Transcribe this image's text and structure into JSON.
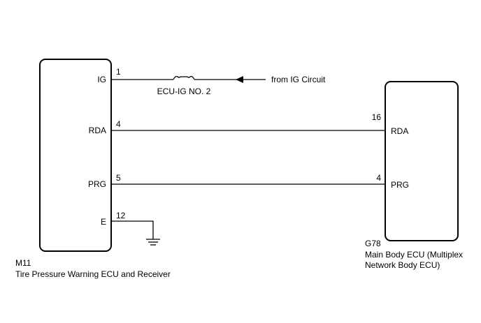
{
  "left_ecu": {
    "code": "M11",
    "name": "Tire Pressure Warning ECU and Receiver",
    "terminals": [
      "IG",
      "RDA",
      "PRG",
      "E"
    ],
    "pins": [
      "1",
      "4",
      "5",
      "12"
    ]
  },
  "right_ecu": {
    "code": "G78",
    "name_line1": "Main Body ECU (Multiplex",
    "name_line2": "Network Body ECU)",
    "terminals": [
      "RDA",
      "PRG"
    ],
    "pins": [
      "16",
      "4"
    ]
  },
  "fuse": {
    "label": "ECU-IG NO. 2"
  },
  "source": {
    "label": "from IG Circuit"
  },
  "icons": [
    "fuse-icon",
    "arrow-icon",
    "ground-icon"
  ]
}
